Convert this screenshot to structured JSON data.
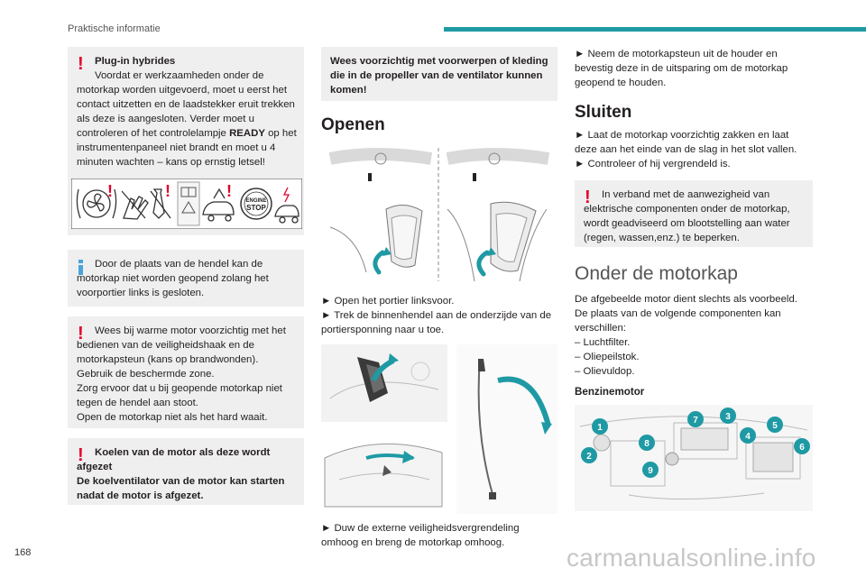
{
  "header": {
    "title": "Praktische informatie",
    "accent_color": "#1f9aa4"
  },
  "page_number": "168",
  "watermark": "carmanualsonline.info",
  "col1": {
    "note1": {
      "title": "Plug-in hybrides",
      "text_a": "Voordat er werkzaamheden onder de motorkap worden uitgevoerd, moet u eerst het contact uitzetten en de laadstekker eruit trekken als deze is aangesloten. Verder moet u controleren of het controlelampje ",
      "text_bold": "READY",
      "text_b": " op het instrumentenpaneel niet brandt en moet u 4 minuten wachten – kans op ernstig letsel!",
      "engine_stop_top": "ENGINE",
      "engine_stop_bottom": "STOP"
    },
    "note2": "Door de plaats van de hendel kan de motorkap niet worden geopend zolang het voorportier links is gesloten.",
    "note3": "Wees bij warme motor voorzichtig met het bedienen van de veiligheidshaak en de motorkapsteun (kans op brandwonden). Gebruik de beschermde zone.\nZorg ervoor dat u bij geopende motorkap niet tegen de hendel aan stoot.\nOpen de motorkap niet als het hard waait.",
    "note4_title": "Koelen van de motor als deze wordt afgezet",
    "note4_text": "De koelventilator van de motor kan starten nadat de motor is afgezet."
  },
  "col2": {
    "warn_box": "Wees voorzichtig met voorwerpen of kleding die in de propeller van de ventilator kunnen komen!",
    "heading": "Openen",
    "step1": "► Open het portier linksvoor.",
    "step2": "► Trek de binnenhendel aan de onderzijde van de portiersponning naar u toe.",
    "step3": "► Duw de externe veiligheidsvergrendeling omhoog en breng de motorkap omhoog."
  },
  "col3": {
    "step_top": "► Neem de motorkapsteun uit de houder en bevestig deze in de uitsparing om de motorkap geopend te houden.",
    "heading_close": "Sluiten",
    "close_step1": "► Laat de motorkap voorzichtig zakken en laat deze aan het einde van de slag in het slot vallen.",
    "close_step2": "► Controleer of hij vergrendeld is.",
    "note": "In verband met de aanwezigheid van elektrische componenten onder de motorkap, wordt geadviseerd om blootstelling aan water (regen, wassen,enz.) te beperken.",
    "heading_under": "Onder de motorkap",
    "under_text": "De afgebeelde motor dient slechts als voorbeeld.\nDe plaats van de volgende componenten kan verschillen:",
    "list": [
      "– Luchtfilter.",
      "– Oliepeilstok.",
      "– Olievuldop."
    ],
    "subheading": "Benzinemotor",
    "callouts": [
      "1",
      "2",
      "3",
      "4",
      "5",
      "6",
      "7",
      "8",
      "9"
    ]
  }
}
